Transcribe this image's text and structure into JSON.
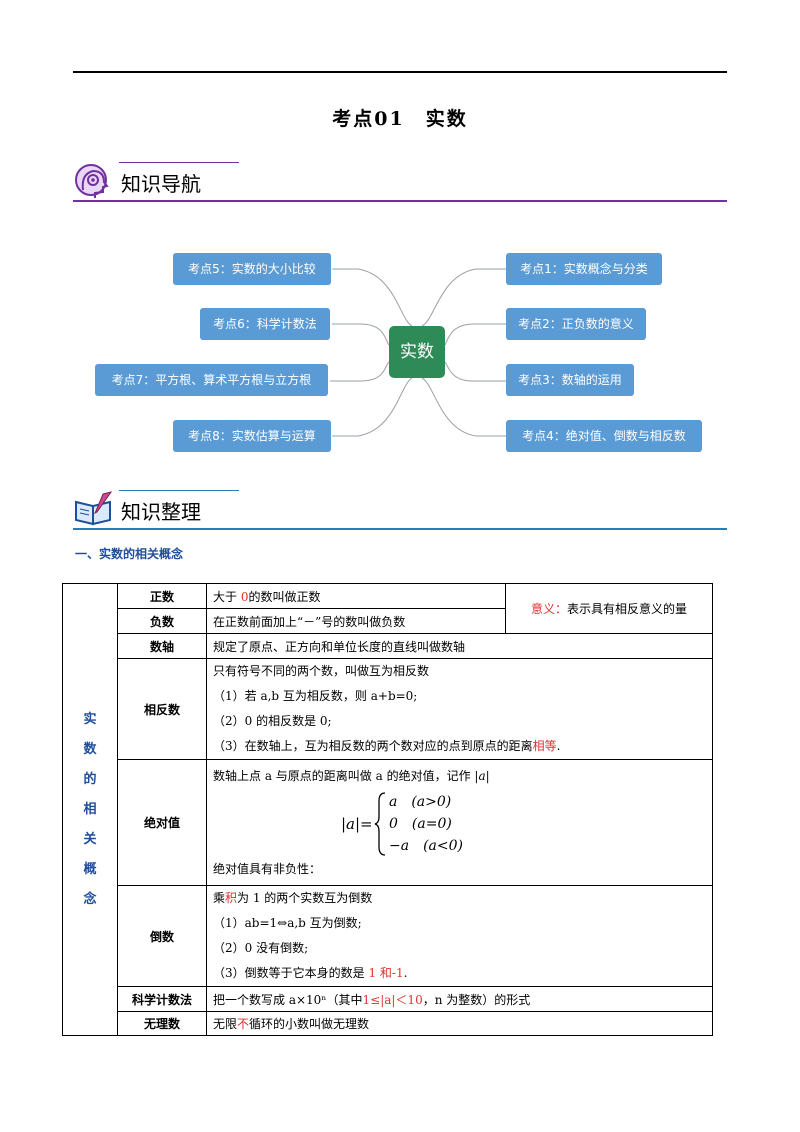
{
  "title": "考点01　实数",
  "sections": {
    "nav": {
      "heading": "知识导航"
    },
    "knowledge": {
      "heading": "知识整理"
    }
  },
  "mindmap": {
    "center": "实数",
    "left": [
      "考点5：实数的大小比较",
      "考点6：科学计数法",
      "考点7：平方根、算术平方根与立方根",
      "考点8：实数估算与运算"
    ],
    "right": [
      "考点1：实数概念与分类",
      "考点2：正负数的意义",
      "考点3：数轴的运用",
      "考点4：绝对值、倒数与相反数"
    ]
  },
  "subtitle": "一、实数的相关概念",
  "table": {
    "group_label": [
      "实",
      "数",
      "的",
      "相",
      "关",
      "概",
      "念"
    ],
    "zheng": {
      "label": "正数",
      "pre": "大于",
      "num": "0",
      "post": "的数叫做正数"
    },
    "fu": {
      "label": "负数",
      "text": "在正数前面加上“－”号的数叫做负数"
    },
    "meaning": {
      "head": "意义：",
      "text": "表示具有相反意义的量"
    },
    "zhou": {
      "label": "数轴",
      "text": "规定了原点、正方向和单位长度的直线叫做数轴"
    },
    "xiangfan": {
      "label": "相反数",
      "line0": "只有符号不同的两个数，叫做互为相反数",
      "line1": "（1）若 a,b 互为相反数，则 a+b=0;",
      "line2": "（2）0 的相反数是 0;",
      "line3_pre": "（3）在数轴上，互为相反数的两个数对应的点到原点的距离",
      "line3_red": "相等",
      "line3_post": "."
    },
    "abs": {
      "label": "绝对值",
      "line0": "数轴上点 a 与原点的距离叫做 a 的绝对值，记作",
      "notation": "|a|",
      "lhs": "|a|=",
      "case1": "a　(a>0)",
      "case2": "0　(a=0)",
      "case3": "−a　(a<0)",
      "line_end": "绝对值具有非负性："
    },
    "dao": {
      "label": "倒数",
      "line0_pre": "乘",
      "line0_red": "积",
      "line0_post": "为 1 的两个实数互为倒数",
      "line1": "（1）ab=1⇔a,b 互为倒数;",
      "line2": "（2）0 没有倒数;",
      "line3_pre": "（3）倒数等于它本身的数是",
      "line3_red": "1 和-1",
      "line3_post": "."
    },
    "kexue": {
      "label": "科学计数法",
      "pre": "把一个数写成 a×10ⁿ（其中",
      "red": "1≤|a|＜10",
      "post": "，n 为整数）的形式"
    },
    "wuli": {
      "label": "无理数",
      "pre": "无限",
      "red": "不",
      "post": "循环的小数叫做无理数"
    }
  },
  "colors": {
    "nav_rule": "#7030a0",
    "knowledge_rule": "#1f7fbf",
    "node": "#5b9bd5",
    "center": "#2e8b57",
    "accent": "#1f4e9a",
    "red": "#e03030"
  }
}
